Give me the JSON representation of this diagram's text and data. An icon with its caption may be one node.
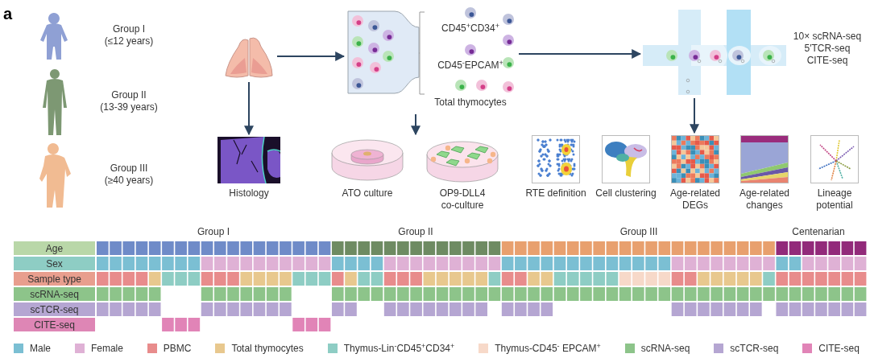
{
  "diagram": {
    "nodes": [
      {
        "text": [],
        "shape": "person",
        "beside": [
          "Group I",
          "(≤12 years)"
        ]
      },
      {
        "text": [],
        "shape": "person",
        "beside": [
          "Group II",
          "(13-39 years)"
        ]
      },
      {
        "text": [],
        "shape": "person",
        "beside": [
          "Group III",
          "(≥40 years)"
        ]
      },
      {
        "text": [],
        "shape": "picture"
      },
      {
        "text": [],
        "shape": "picture"
      },
      {
        "text": [
          "CD45$^{+}$CD34$^{+}$",
          "CD45$^{-}$EPCAM$^{+}$",
          "Total thymocytes"
        ]
      },
      {
        "text": [],
        "shape": "picture"
      },
      {
        "text": [],
        "shape": "picture",
        "beside": [
          "10× scRNA-seq",
          "5′TCR-seq",
          "CITE-seq"
        ]
      },
      {
        "text": [],
        "shape": "picture",
        "beside": [
          "Histology"
        ]
      },
      {
        "text": [],
        "shape": "picture",
        "beside": [
          "ATO culture"
        ]
      },
      {
        "text": [],
        "shape": "picture",
        "beside": [
          "OP9-DLL4 co-culture"
        ]
      },
      {
        "text": [],
        "shape": "picture",
        "beside": [
          "RTE definition"
        ]
      },
      {
        "text": [],
        "shape": "picture",
        "beside": [
          "Cell clustering"
        ]
      },
      {
        "text": [],
        "shape": "picture",
        "beside": [
          "Age-related DEGs"
        ]
      },
      {
        "text": [],
        "shape": "picture",
        "beside": [
          "Age-related changes"
        ]
      },
      {
        "text": [],
        "shape": "picture",
        "beside": [
          "Lineage potential"
        ]
      },
      {
        "text": [
          "Age"
        ]
      },
      {
        "text": [
          "Sex"
        ]
      },
      {
        "text": [
          "Sample type"
        ]
      },
      {
        "text": [
          "scRNA-seq"
        ]
      },
      {
        "text": [
          "scTCR-seq"
        ]
      },
      {
        "text": [
          "CITE-seq"
        ]
      }
    ],
    "edges": [
      {
        "from": 3,
        "to": 4,
        "arrow": "to"
      },
      {
        "from": 3,
        "to": 8,
        "arrow": "to"
      },
      {
        "from": 5,
        "to": 9,
        "arrow": "to"
      },
      {
        "from": 5,
        "to": 10,
        "arrow": "to"
      },
      {
        "from": 6,
        "to": 7,
        "arrow": "to"
      },
      {
        "from": 7,
        "to": 13,
        "arrow": "to"
      }
    ],
    "labels": [
      "a",
      "Group I",
      "Group II",
      "Group III",
      "Centenarian"
    ],
    "legend": [
      {
        "text": "Male",
        "color": "#7bbfd3"
      },
      {
        "text": "Female",
        "color": "#dfb1d5"
      },
      {
        "text": "PBMC",
        "color": "#e88c8c"
      },
      {
        "text": "Total thymocytes",
        "color": "#e8c88e"
      },
      {
        "text": "Thymus-Lin$^{-}$CD45$^{+}$CD34$^{+}$",
        "color": "#8ecdc4"
      },
      {
        "text": "Thymus-CD45$^{-}$ EPCAM$^{+}$",
        "color": "#f7d9c9"
      },
      {
        "text": "scRNA-seq",
        "color": "#8dc48a"
      },
      {
        "text": "scTCR-seq",
        "color": "#b5a6d2"
      },
      {
        "text": "CITE-seq",
        "color": "#e184b7"
      }
    ]
  }
}
